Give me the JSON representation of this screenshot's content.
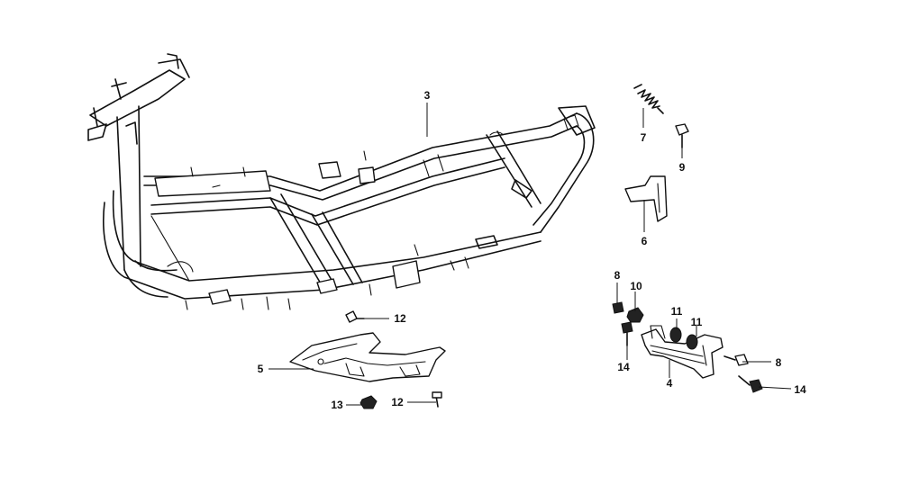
{
  "callouts": [
    {
      "id": "c3",
      "text": "3"
    },
    {
      "id": "c7",
      "text": "7"
    },
    {
      "id": "c9",
      "text": "9"
    },
    {
      "id": "c6",
      "text": "6"
    },
    {
      "id": "c8a",
      "text": "8"
    },
    {
      "id": "c10",
      "text": "10"
    },
    {
      "id": "c11a",
      "text": "11"
    },
    {
      "id": "c11b",
      "text": "11"
    },
    {
      "id": "c12a",
      "text": "12"
    },
    {
      "id": "c5",
      "text": "5"
    },
    {
      "id": "c14a",
      "text": "14"
    },
    {
      "id": "c4",
      "text": "4"
    },
    {
      "id": "c8b",
      "text": "8"
    },
    {
      "id": "c14b",
      "text": "14"
    },
    {
      "id": "c13",
      "text": "13"
    },
    {
      "id": "c12b",
      "text": "12"
    }
  ]
}
